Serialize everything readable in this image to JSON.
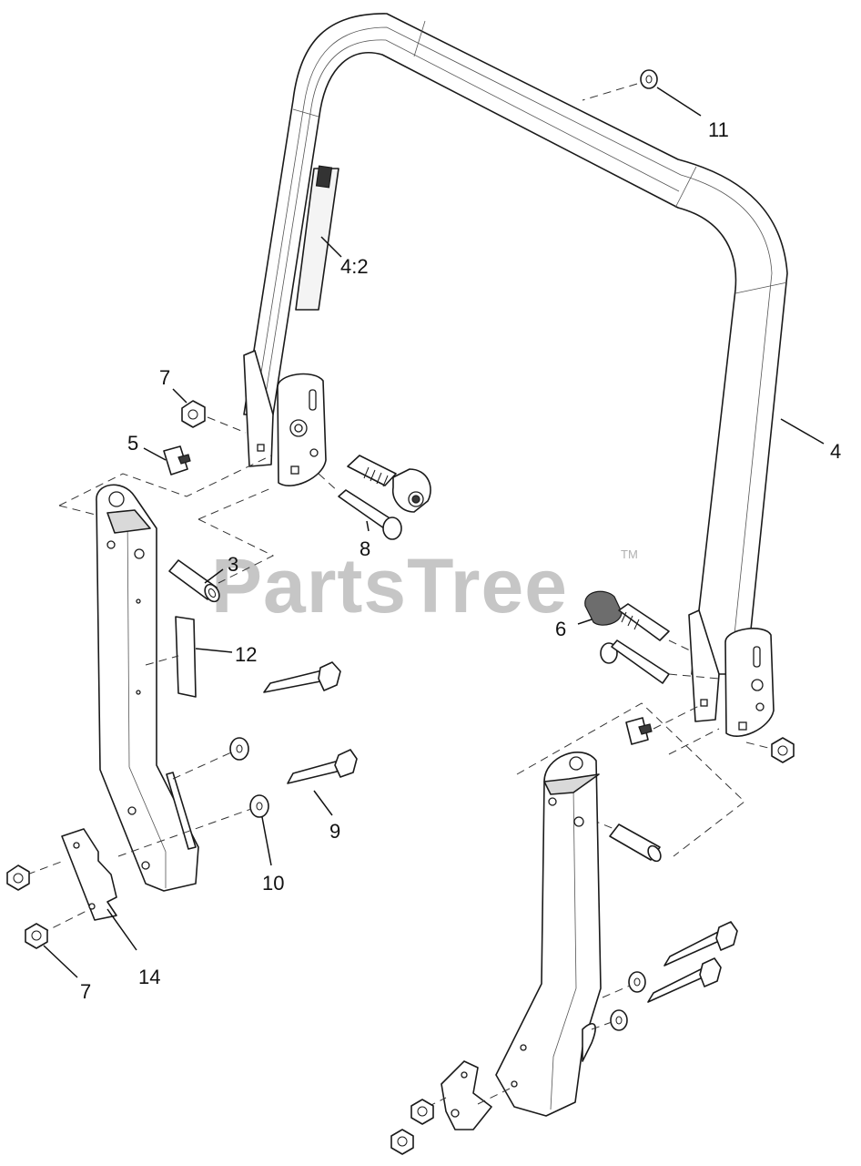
{
  "watermark": {
    "brand": "PartsTree",
    "trademark": "TM"
  },
  "callouts": [
    {
      "id": "c-11",
      "text": "11"
    },
    {
      "id": "c-4-2",
      "text": "4:2"
    },
    {
      "id": "c-4",
      "text": "4"
    },
    {
      "id": "c-7a",
      "text": "7"
    },
    {
      "id": "c-5",
      "text": "5"
    },
    {
      "id": "c-8",
      "text": "8"
    },
    {
      "id": "c-3",
      "text": "3"
    },
    {
      "id": "c-12",
      "text": "12"
    },
    {
      "id": "c-6",
      "text": "6"
    },
    {
      "id": "c-9",
      "text": "9"
    },
    {
      "id": "c-10",
      "text": "10"
    },
    {
      "id": "c-14",
      "text": "14"
    },
    {
      "id": "c-7b",
      "text": "7"
    }
  ]
}
